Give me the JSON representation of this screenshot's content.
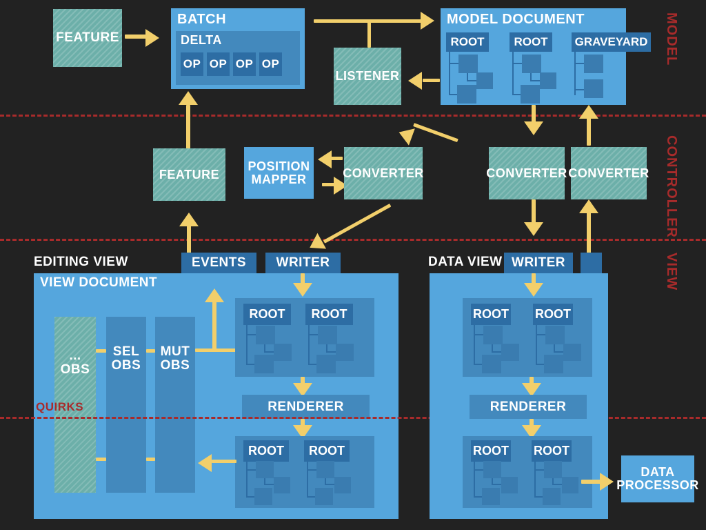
{
  "diagram": {
    "background": "#222222",
    "accent_yellow": "#f2cf6b",
    "accent_red": "#a82b2b",
    "teal": "#6cafa9",
    "blue_light": "#55a6dd",
    "blue_mid": "#4389bd",
    "blue_dark": "#2d6da4"
  },
  "zones": [
    {
      "label": "MODEL"
    },
    {
      "label": "CONTROLLER"
    },
    {
      "label": "VIEW"
    }
  ],
  "model": {
    "feature": "FEATURE",
    "batch": {
      "title": "BATCH",
      "delta": {
        "title": "DELTA",
        "ops": [
          "OP",
          "OP",
          "OP",
          "OP"
        ]
      }
    },
    "listener": "LISTENER",
    "model_document": {
      "title": "MODEL DOCUMENT",
      "trees": [
        "ROOT",
        "ROOT",
        "GRAVEYARD"
      ]
    }
  },
  "controller": {
    "feature": "FEATURE",
    "position_mapper": "POSITION\nMAPPER",
    "position_mapper_line1": "POSITION",
    "position_mapper_line2": "MAPPER",
    "converter_left": "CONVERTER",
    "converter_mid": "CONVERTER",
    "converter_right": "CONVERTER"
  },
  "view": {
    "editing_view": {
      "title": "EDITING VIEW",
      "tabs": [
        "EVENTS",
        "WRITER"
      ],
      "document_title": "VIEW DOCUMENT",
      "observers": [
        "...\nOBS",
        "SEL\nOBS",
        "MUT\nOBS"
      ],
      "observer_rows": [
        {
          "line1": "...",
          "line2": "OBS",
          "style": "teal"
        },
        {
          "line1": "SEL",
          "line2": "OBS",
          "style": "blue"
        },
        {
          "line1": "MUT",
          "line2": "OBS",
          "style": "blue"
        }
      ],
      "upper_trees": [
        "ROOT",
        "ROOT"
      ],
      "renderer": "RENDERER",
      "lower_trees": [
        "ROOT",
        "ROOT"
      ],
      "quirks_label": "QUIRKS"
    },
    "data_view": {
      "title": "DATA VIEW",
      "tabs": [
        "WRITER",
        ""
      ],
      "upper_trees": [
        "ROOT",
        "ROOT"
      ],
      "renderer": "RENDERER",
      "lower_trees": [
        "ROOT",
        "ROOT"
      ]
    },
    "data_processor_line1": "DATA",
    "data_processor_line2": "PROCESSOR"
  }
}
